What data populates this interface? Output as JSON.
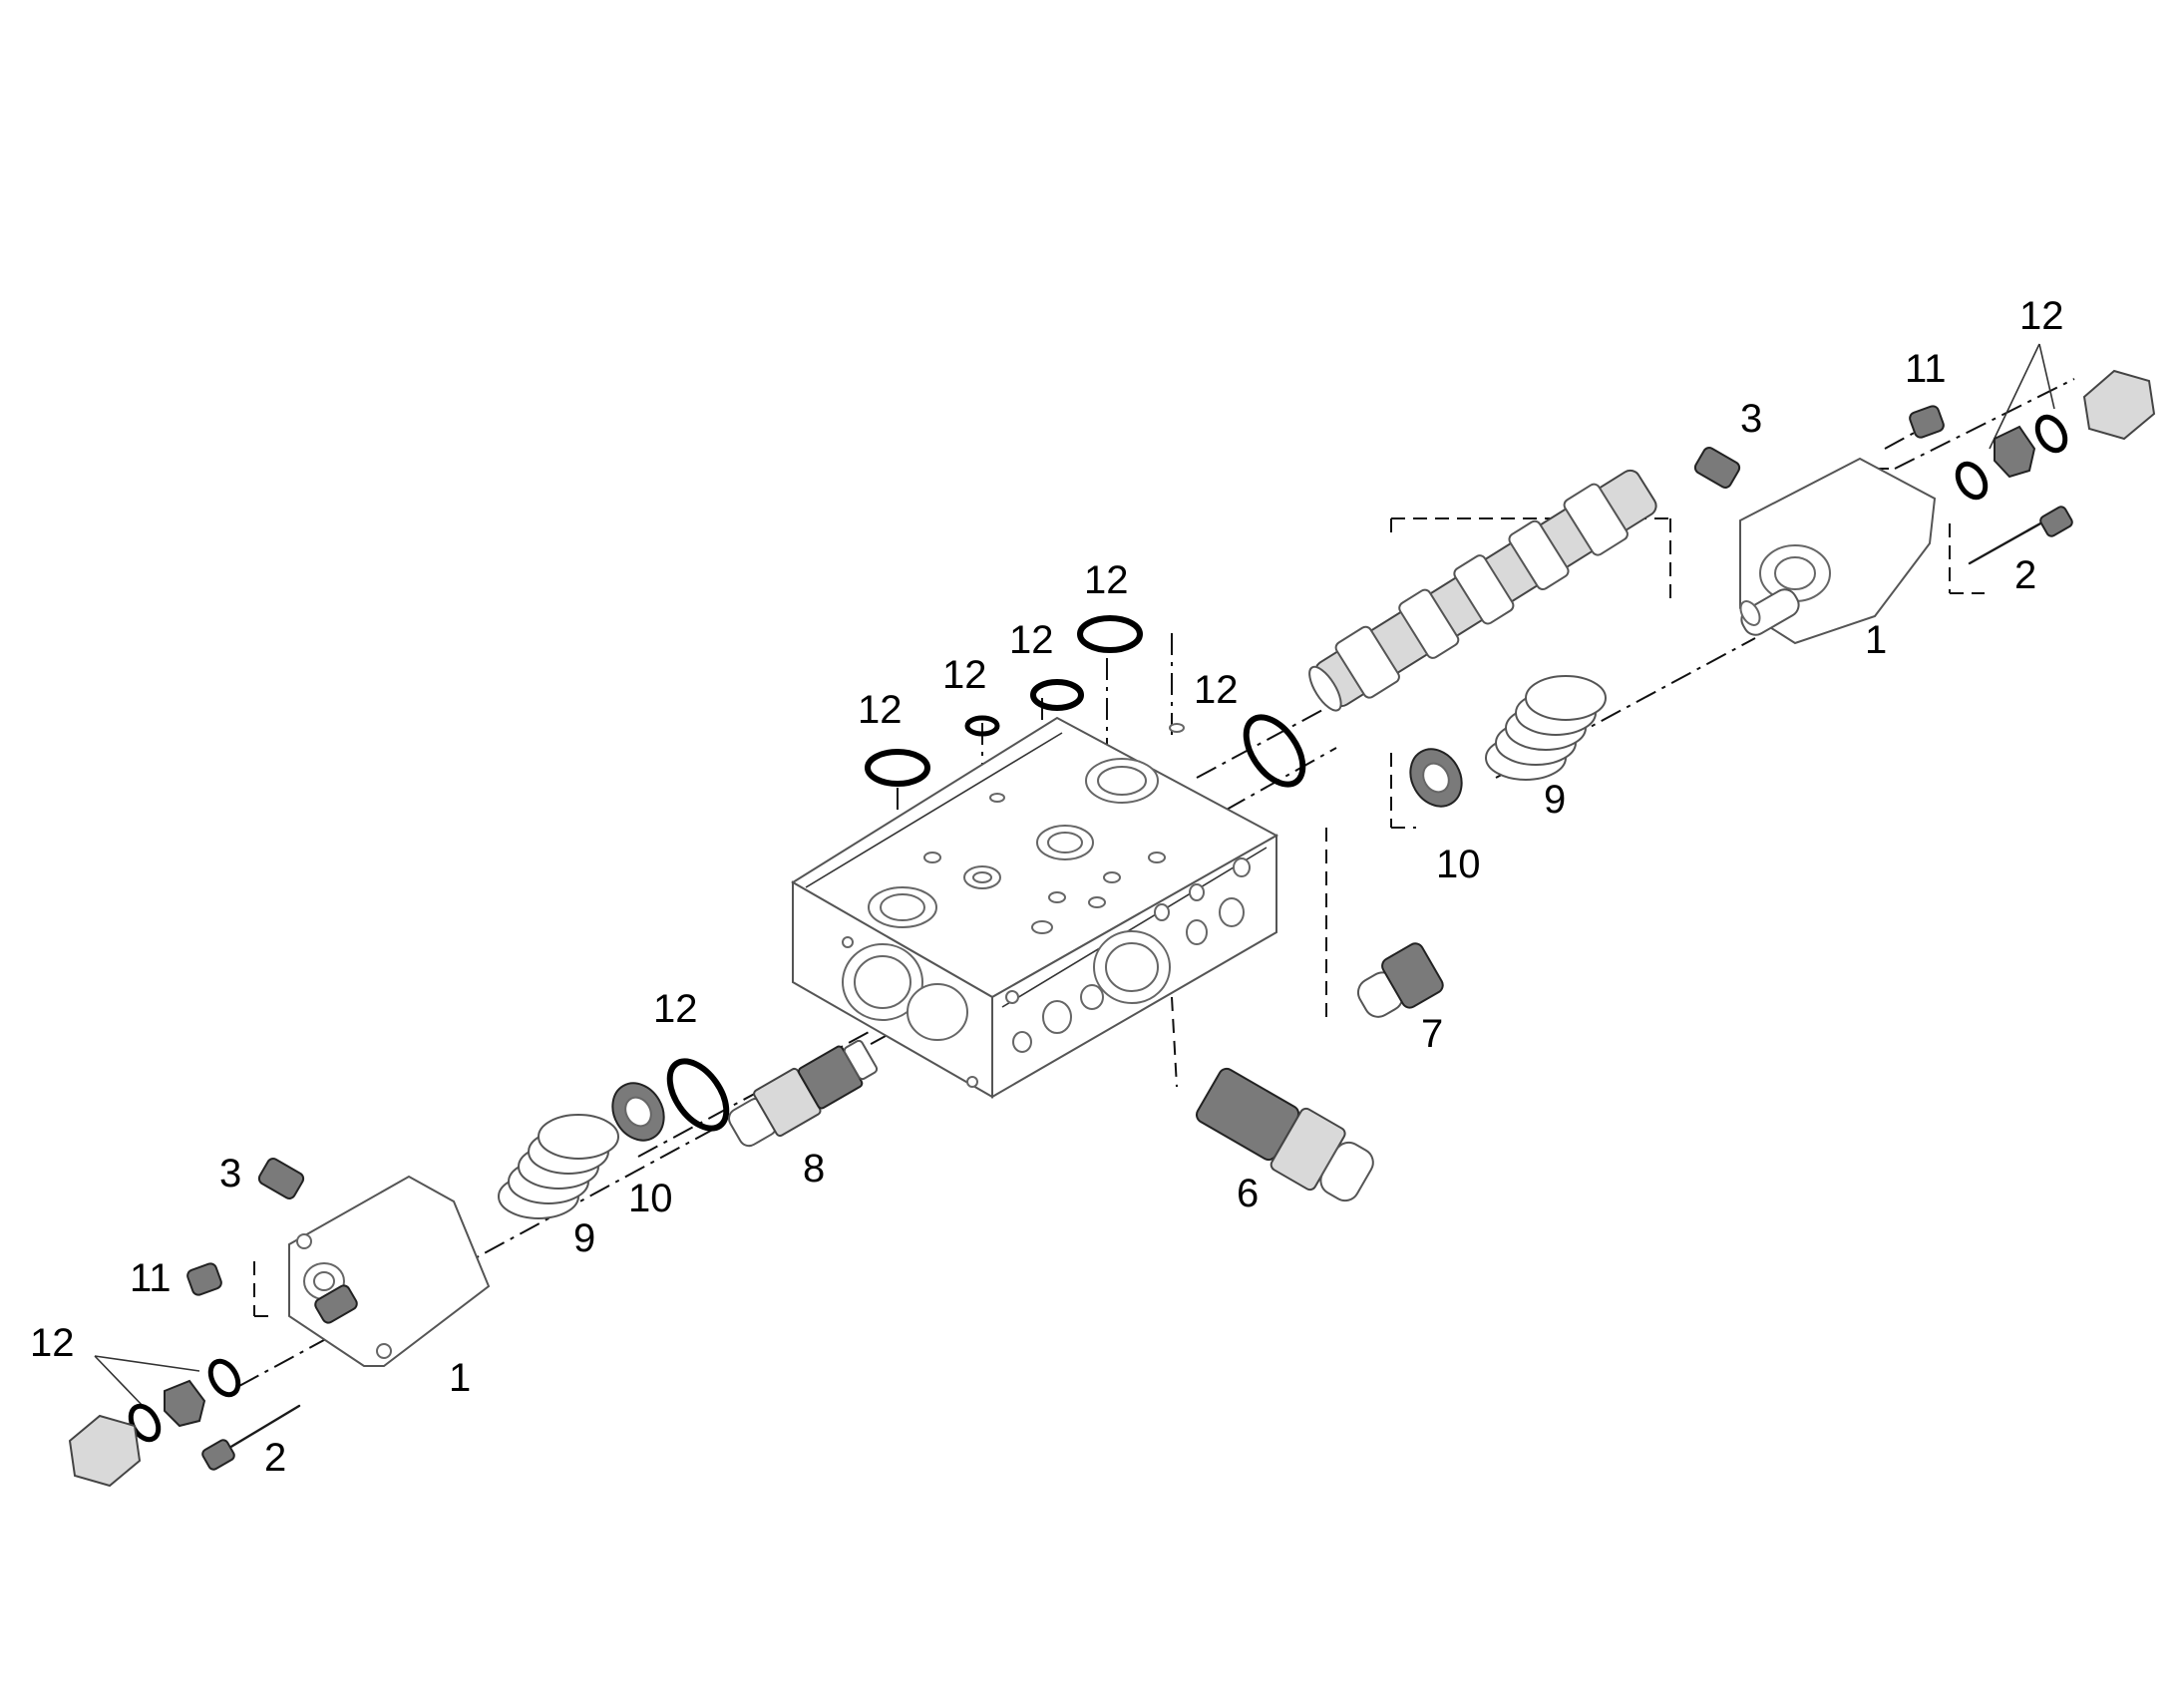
{
  "callouts": {
    "c1_left": "1",
    "c1_right": "1",
    "c2_left": "2",
    "c2_right": "2",
    "c3_left": "3",
    "c3_right": "3",
    "c6": "6",
    "c7": "7",
    "c8": "8",
    "c9_left": "9",
    "c9_right": "9",
    "c10_left": "10",
    "c10_right": "10",
    "c11_left": "11",
    "c11_right": "11",
    "c12_top_a": "12",
    "c12_top_b": "12",
    "c12_top_c": "12",
    "c12_top_d": "12",
    "c12_spool": "12",
    "c12_mid": "12",
    "c12_left_end": "12",
    "c12_right_end": "12"
  }
}
